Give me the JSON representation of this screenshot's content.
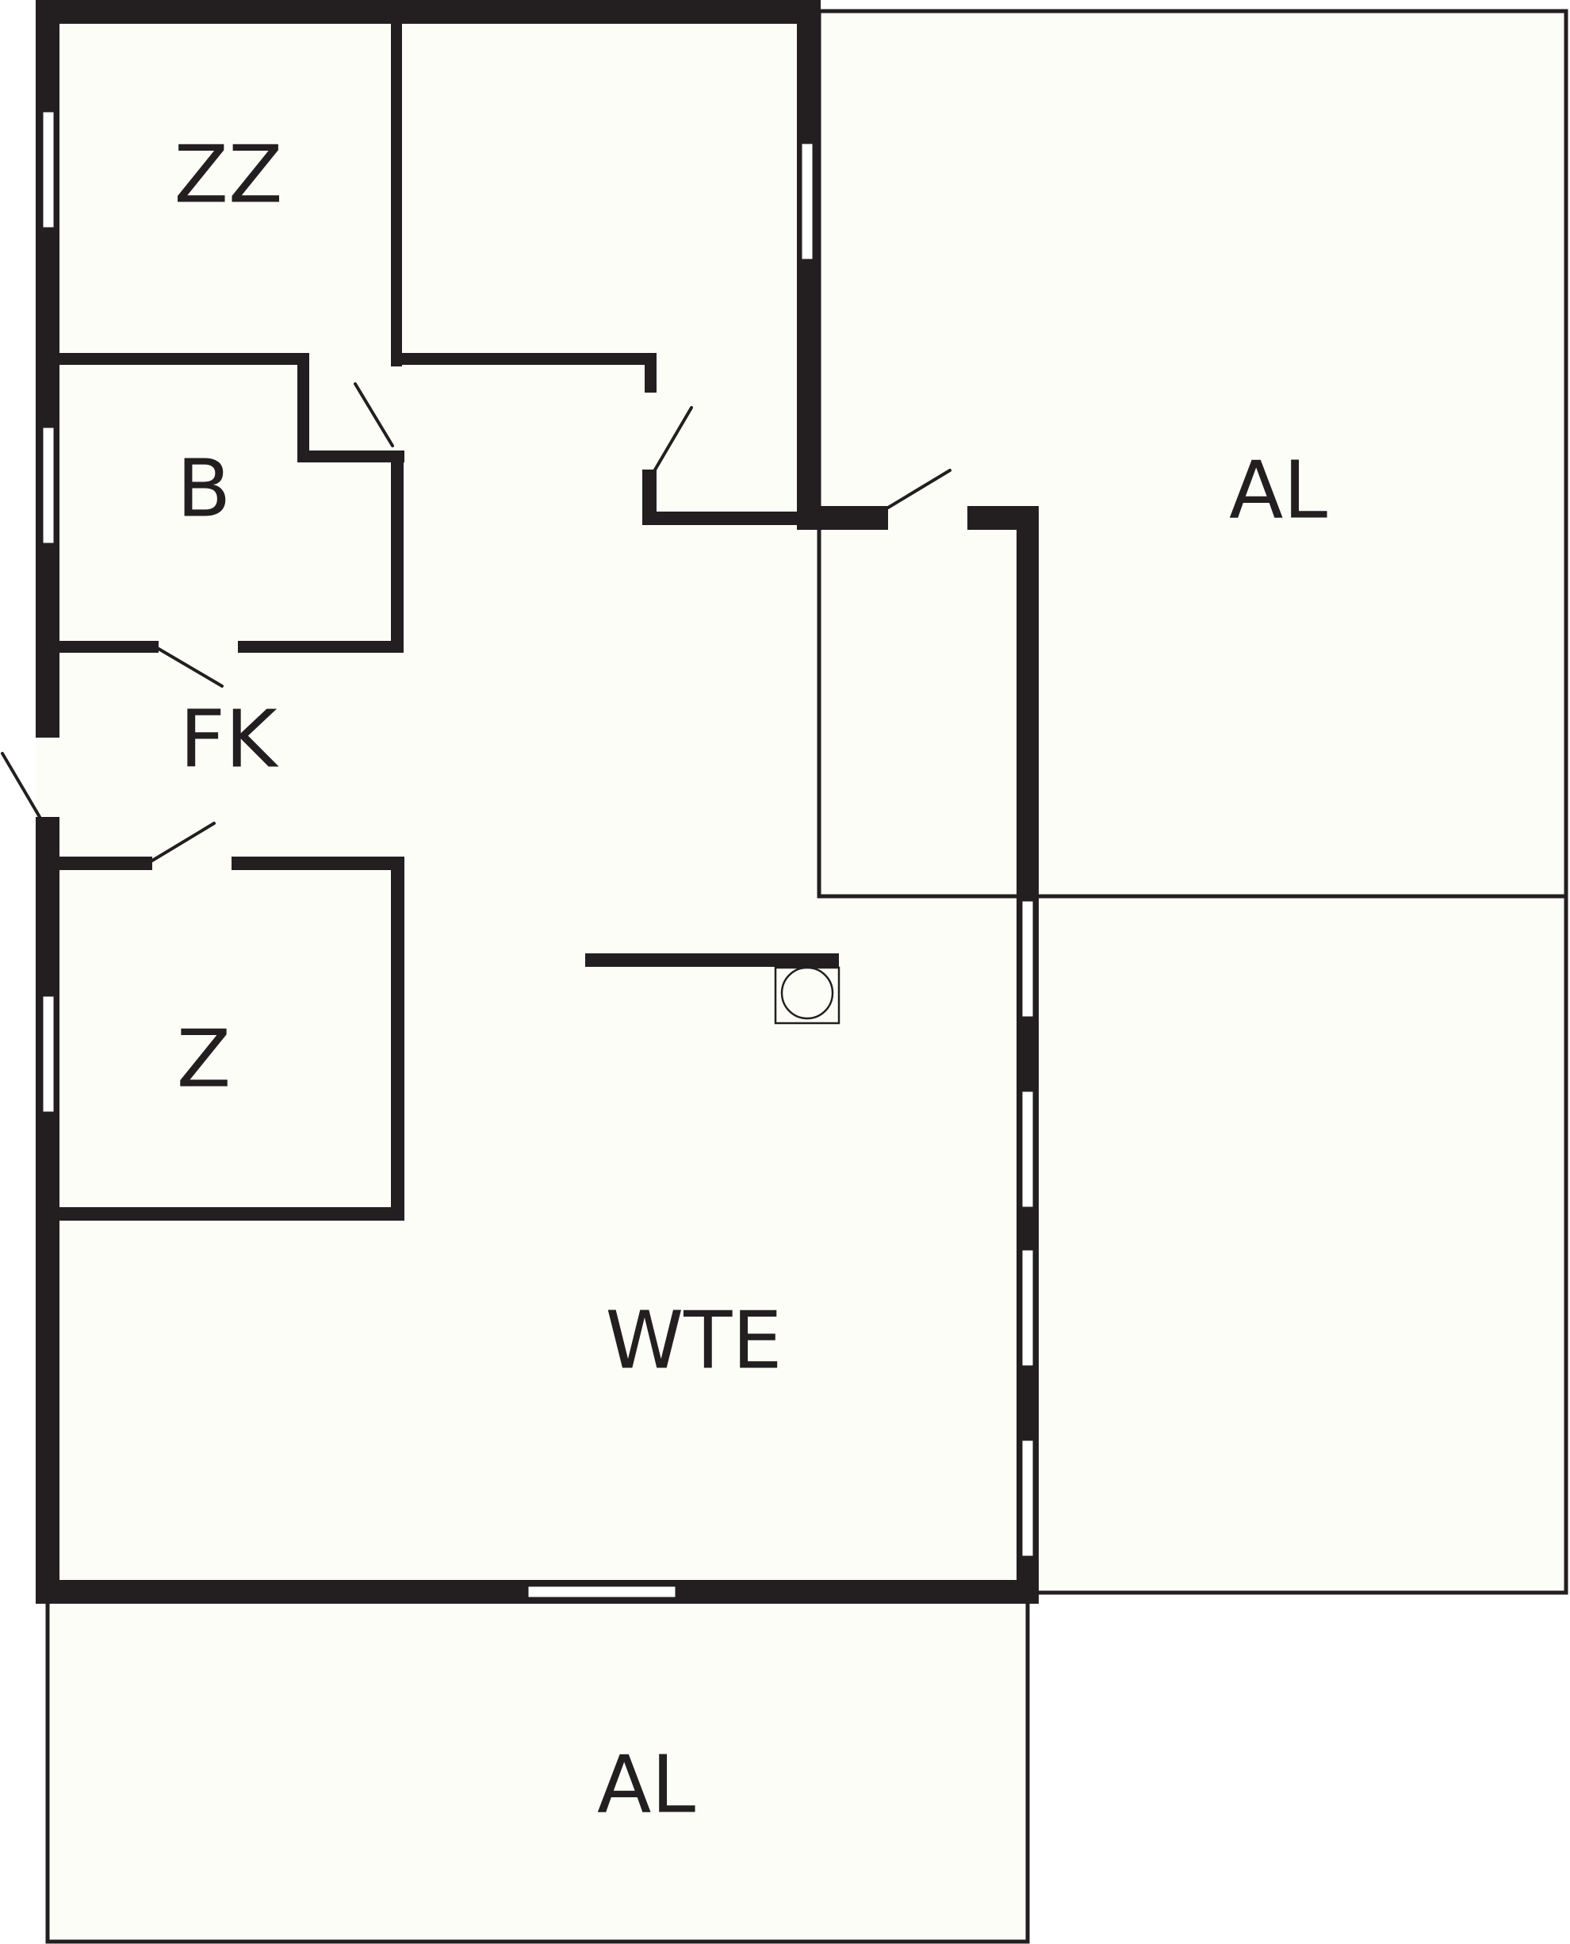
{
  "floorplan": {
    "colors": {
      "wall": "#231f20",
      "floor": "#fdfdf8",
      "background": "#ffffff",
      "opening": "#fdfdf8"
    },
    "rooms": {
      "zz": {
        "label": "ZZ"
      },
      "b": {
        "label": "B"
      },
      "fk": {
        "label": "FK"
      },
      "z": {
        "label": "Z"
      },
      "wte": {
        "label": "WTE"
      },
      "al_right": {
        "label": "AL"
      },
      "al_bottom": {
        "label": "AL"
      }
    }
  }
}
